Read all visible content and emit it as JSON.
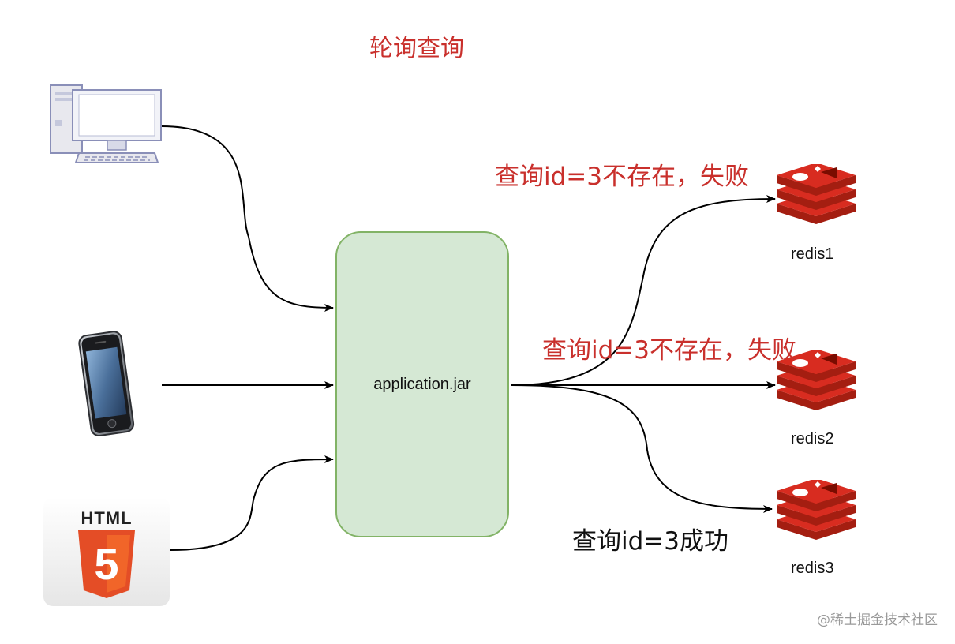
{
  "title": "轮询查询",
  "app": {
    "label": "application.jar"
  },
  "clients": [
    {
      "name": "desktop-computer"
    },
    {
      "name": "mobile-phone"
    },
    {
      "name": "html5",
      "badge_text": "HTML",
      "logo_numeral": "5"
    }
  ],
  "redis_nodes": [
    {
      "label": "redis1"
    },
    {
      "label": "redis2"
    },
    {
      "label": "redis3"
    }
  ],
  "annotations": {
    "redis1": "查询id=3不存在，失败",
    "redis2": "查询id=3不存在，失败",
    "redis3": "查询id=3成功"
  },
  "watermark": "@稀土掘金技术社区",
  "colors": {
    "title_red": "#c9302c",
    "box_fill": "#d5e8d4",
    "box_border": "#82b366",
    "redis_red": "#c6302b"
  }
}
